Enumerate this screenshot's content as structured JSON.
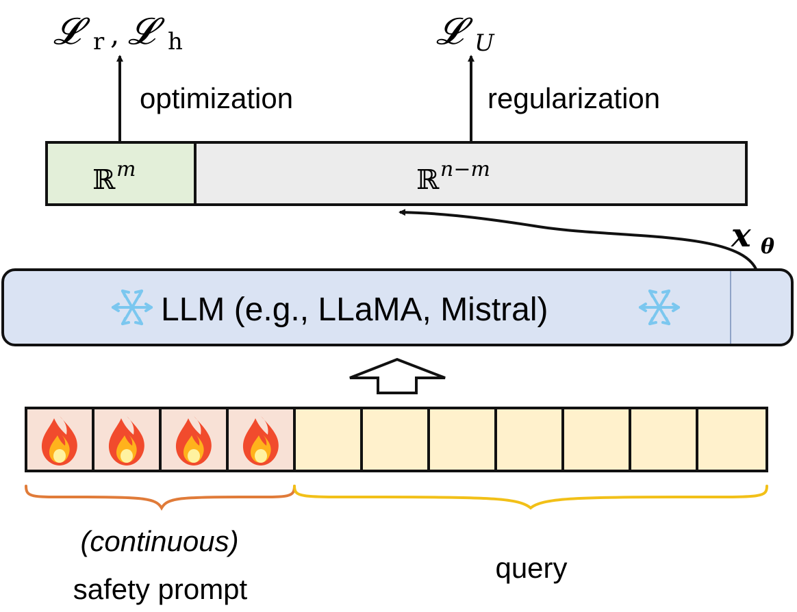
{
  "top_labels": {
    "left_loss": {
      "L": "𝓛",
      "sub_r": "r",
      "comma": ",",
      "sub_h": "h"
    },
    "right_loss": {
      "L": "𝓛",
      "sub_U": "U"
    },
    "optimization": "optimization",
    "regularization": "regularization"
  },
  "embedding_bar": {
    "left_segment": {
      "base": "ℝ",
      "sup": "m"
    },
    "right_segment": {
      "base": "ℝ",
      "sup": "n−m"
    },
    "left_color": "#e3efd9",
    "right_color": "#ececec"
  },
  "hidden_state_label": {
    "base": "𝒙",
    "sub": "𝜽"
  },
  "llm": {
    "label": "LLM (e.g., LLaMA, Mistral)",
    "left_icon": "snowflake-icon",
    "right_icon": "snowflake-icon",
    "color": "#dae3f3"
  },
  "tokens": {
    "prompt_count": 4,
    "query_count": 7,
    "prompt_icon": "fire-icon",
    "prompt_color": "#f8e1d6",
    "query_color": "#fff1cc"
  },
  "brackets": {
    "prompt_color": "#e07b39",
    "query_color": "#f2c018"
  },
  "bottom_labels": {
    "prompt_line1": "(continuous)",
    "prompt_line2": "safety prompt",
    "query": "query"
  }
}
